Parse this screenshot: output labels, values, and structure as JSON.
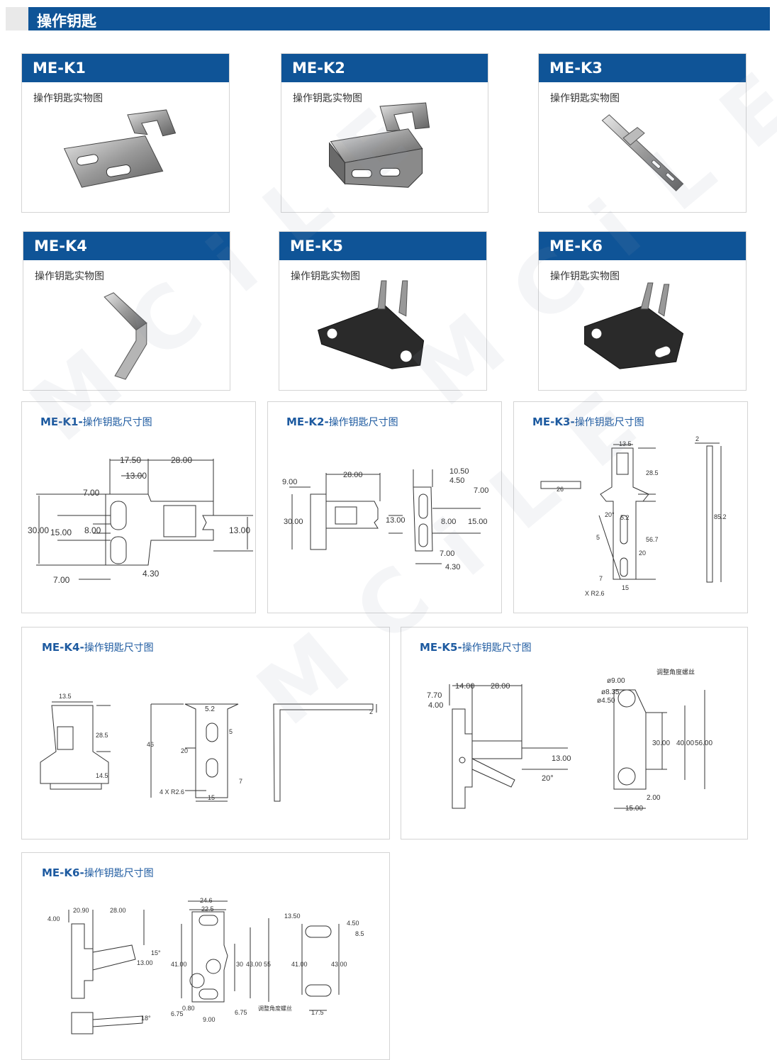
{
  "header": {
    "title": "操作钥匙"
  },
  "photo_cards": [
    {
      "model": "ME-K1",
      "caption": "操作钥匙实物图"
    },
    {
      "model": "ME-K2",
      "caption": "操作钥匙实物图"
    },
    {
      "model": "ME-K3",
      "caption": "操作钥匙实物图"
    },
    {
      "model": "ME-K4",
      "caption": "操作钥匙实物图"
    },
    {
      "model": "ME-K5",
      "caption": "操作钥匙实物图"
    },
    {
      "model": "ME-K6",
      "caption": "操作钥匙实物图"
    }
  ],
  "dimension_cards": [
    {
      "code": "ME-K1-",
      "caption": "操作钥匙尺寸图"
    },
    {
      "code": "ME-K2-",
      "caption": "操作钥匙尺寸图"
    },
    {
      "code": "ME-K3-",
      "caption": "操作钥匙尺寸图"
    },
    {
      "code": "ME-K4-",
      "caption": "操作钥匙尺寸图"
    },
    {
      "code": "ME-K5-",
      "caption": "操作钥匙尺寸图"
    },
    {
      "code": "ME-K6-",
      "caption": "操作钥匙尺寸图"
    }
  ],
  "k1_dims": {
    "d1": "17.50",
    "d2": "28.00",
    "d3": "13.00",
    "d4": "7.00",
    "d5": "30.00",
    "d6": "15.00",
    "d7": "8.00",
    "d8": "13.00",
    "d9": "7.00",
    "d10": "4.30"
  },
  "k2_dims": {
    "d1": "9.00",
    "d2": "28.00",
    "d3": "30.00",
    "d4": "13.00",
    "d5": "10.50",
    "d6": "4.50",
    "d7": "7.00",
    "d8": "8.00",
    "d9": "15.00",
    "d10": "7.00",
    "d11": "4.30"
  },
  "k3_dims": {
    "d1": "13.5",
    "d2": "28.5",
    "d3": "26",
    "d4": "20°",
    "d5": "5.2",
    "d6": "5",
    "d7": "56.7",
    "d8": "20",
    "d9": "7",
    "d10": "X R2.6",
    "d11": "15",
    "d12": "2",
    "d13": "85.2"
  },
  "k4_dims": {
    "d1": "13.5",
    "d2": "28.5",
    "d3": "14.5",
    "d4": "5.2",
    "d5": "46",
    "d6": "5",
    "d7": "20",
    "d8": "7",
    "d9": "4 X R2.6",
    "d10": "15",
    "d11": "2"
  },
  "k5_dims": {
    "d1": "14.00",
    "d2": "28.00",
    "d3": "7.70",
    "d4": "4.00",
    "d5": "13.00",
    "d6": "20°",
    "d7": "ø9.00",
    "d8": "ø8.35",
    "d9": "ø4.50",
    "d10": "调整角度螺丝",
    "d11": "30.00",
    "d12": "40.00",
    "d13": "56.00",
    "d14": "2.00",
    "d15": "15.00"
  },
  "k6_dims": {
    "d1": "4.00",
    "d2": "20.90",
    "d3": "28.00",
    "d4": "15°",
    "d5": "13.00",
    "d6": "18°",
    "d7": "24.6",
    "d8": "22.5",
    "d9": "41.00",
    "d10": "30",
    "d11": "43.00",
    "d12": "55",
    "d13": "0.80",
    "d14": "6.75",
    "d15": "9.00",
    "d16": "6.75",
    "d17": "调整角度螺丝",
    "d18": "13.50",
    "d19": "4.50",
    "d20": "8.5",
    "d21": "41.00",
    "d22": "43.00",
    "d23": "17.5"
  },
  "watermark": {
    "text": "MCiLE"
  },
  "colors": {
    "brand_blue": "#0f5497",
    "title_blue": "#1d5aa0",
    "border": "#d4d4d4"
  }
}
